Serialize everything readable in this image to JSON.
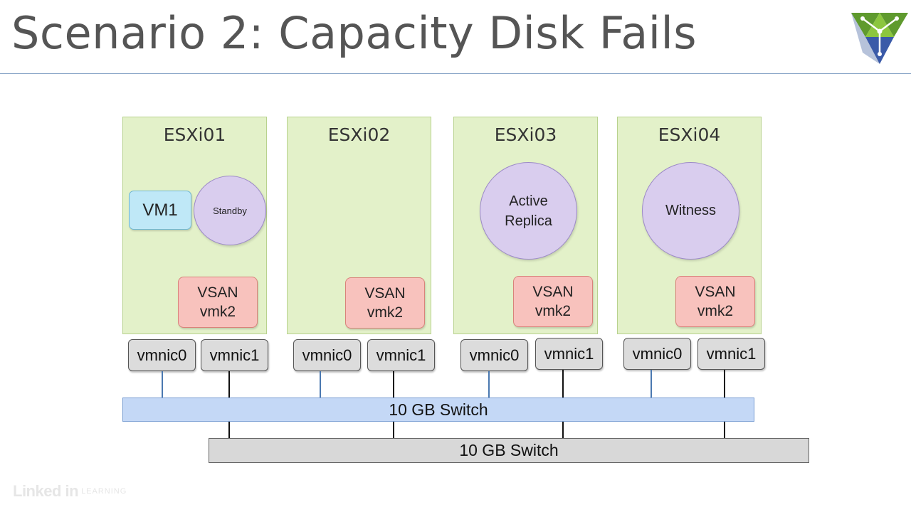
{
  "title": "Scenario 2: Capacity Disk Fails",
  "hosts": [
    {
      "name": "ESXi01",
      "vm": "VM1",
      "circle": "Standby",
      "vmk_line1": "VSAN",
      "vmk_line2": "vmk2",
      "nic0": "vmnic0",
      "nic1": "vmnic1"
    },
    {
      "name": "ESXi02",
      "vmk_line1": "VSAN",
      "vmk_line2": "vmk2",
      "nic0": "vmnic0",
      "nic1": "vmnic1"
    },
    {
      "name": "ESXi03",
      "circle_line1": "Active",
      "circle_line2": "Replica",
      "vmk_line1": "VSAN",
      "vmk_line2": "vmk2",
      "nic0": "vmnic0",
      "nic1": "vmnic1"
    },
    {
      "name": "ESXi04",
      "circle": "Witness",
      "vmk_line1": "VSAN",
      "vmk_line2": "vmk2",
      "nic0": "vmnic0",
      "nic1": "vmnic1"
    }
  ],
  "switches": {
    "top": "10 GB Switch",
    "bottom": "10 GB Switch"
  },
  "brand": {
    "logo_text": "Linked in",
    "suffix": "LEARNING"
  },
  "colors": {
    "host_fill": "#e3f1c9",
    "vm_fill": "#bfe8f7",
    "replica_fill": "#d9cdee",
    "vmk_fill": "#f8c2bd",
    "switch_blue": "#c4d8f6",
    "switch_gray": "#d8d8d8"
  }
}
